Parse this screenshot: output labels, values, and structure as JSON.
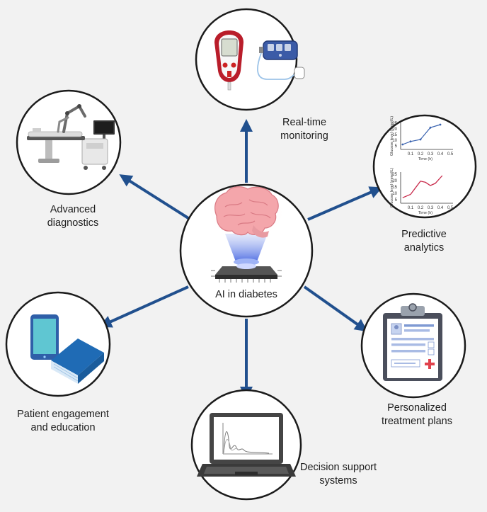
{
  "center": {
    "label": "AI in diabetes"
  },
  "nodes": [
    {
      "id": "real-time-monitoring",
      "line1": "Real-time",
      "line2": "monitoring"
    },
    {
      "id": "predictive-analytics",
      "line1": "Predictive",
      "line2": "analytics"
    },
    {
      "id": "personalized-treatment-plans",
      "line1": "Personalized",
      "line2": "treatment plans"
    },
    {
      "id": "decision-support-systems",
      "line1": "Decision support",
      "line2": "systems"
    },
    {
      "id": "patient-engagement",
      "line1": "Patient engagement",
      "line2": "and education"
    },
    {
      "id": "advanced-diagnostics",
      "line1": "Advanced",
      "line2": "diagnostics"
    }
  ],
  "charts": {
    "top": {
      "ylabel": "Glucose level (mmol/L)",
      "xlabel": "Time (h)",
      "yticks": [
        "5",
        "10",
        "15",
        "20",
        "25"
      ],
      "xticks": [
        "0.1",
        "0.2",
        "0.3",
        "0.4",
        "0.5"
      ]
    },
    "bottom": {
      "ylabel": "Glucose level (mmol/L)",
      "xlabel": "Time (h)",
      "yticks": [
        "5",
        "10",
        "15",
        "20",
        "25"
      ],
      "xticks": [
        "0.1",
        "0.2",
        "0.3",
        "0.4",
        "0.5"
      ]
    }
  },
  "chart_data": [
    {
      "type": "line",
      "x": [
        0.02,
        0.1,
        0.2,
        0.3,
        0.4
      ],
      "y": [
        5,
        8,
        10,
        22,
        25
      ],
      "xlabel": "Time (h)",
      "ylabel": "Glucose level (mmol/L)",
      "color": "#3a63b0"
    },
    {
      "type": "line",
      "x": [
        0.02,
        0.1,
        0.15,
        0.2,
        0.25,
        0.3,
        0.35,
        0.42
      ],
      "y": [
        5,
        8,
        14,
        20,
        19,
        16,
        18,
        25
      ],
      "xlabel": "Time (h)",
      "ylabel": "Glucose level (mmol/L)",
      "color": "#c8294a"
    }
  ],
  "colors": {
    "arrow": "#21508e",
    "circle_border": "#1b1b1b",
    "background": "#f2f2f2"
  }
}
